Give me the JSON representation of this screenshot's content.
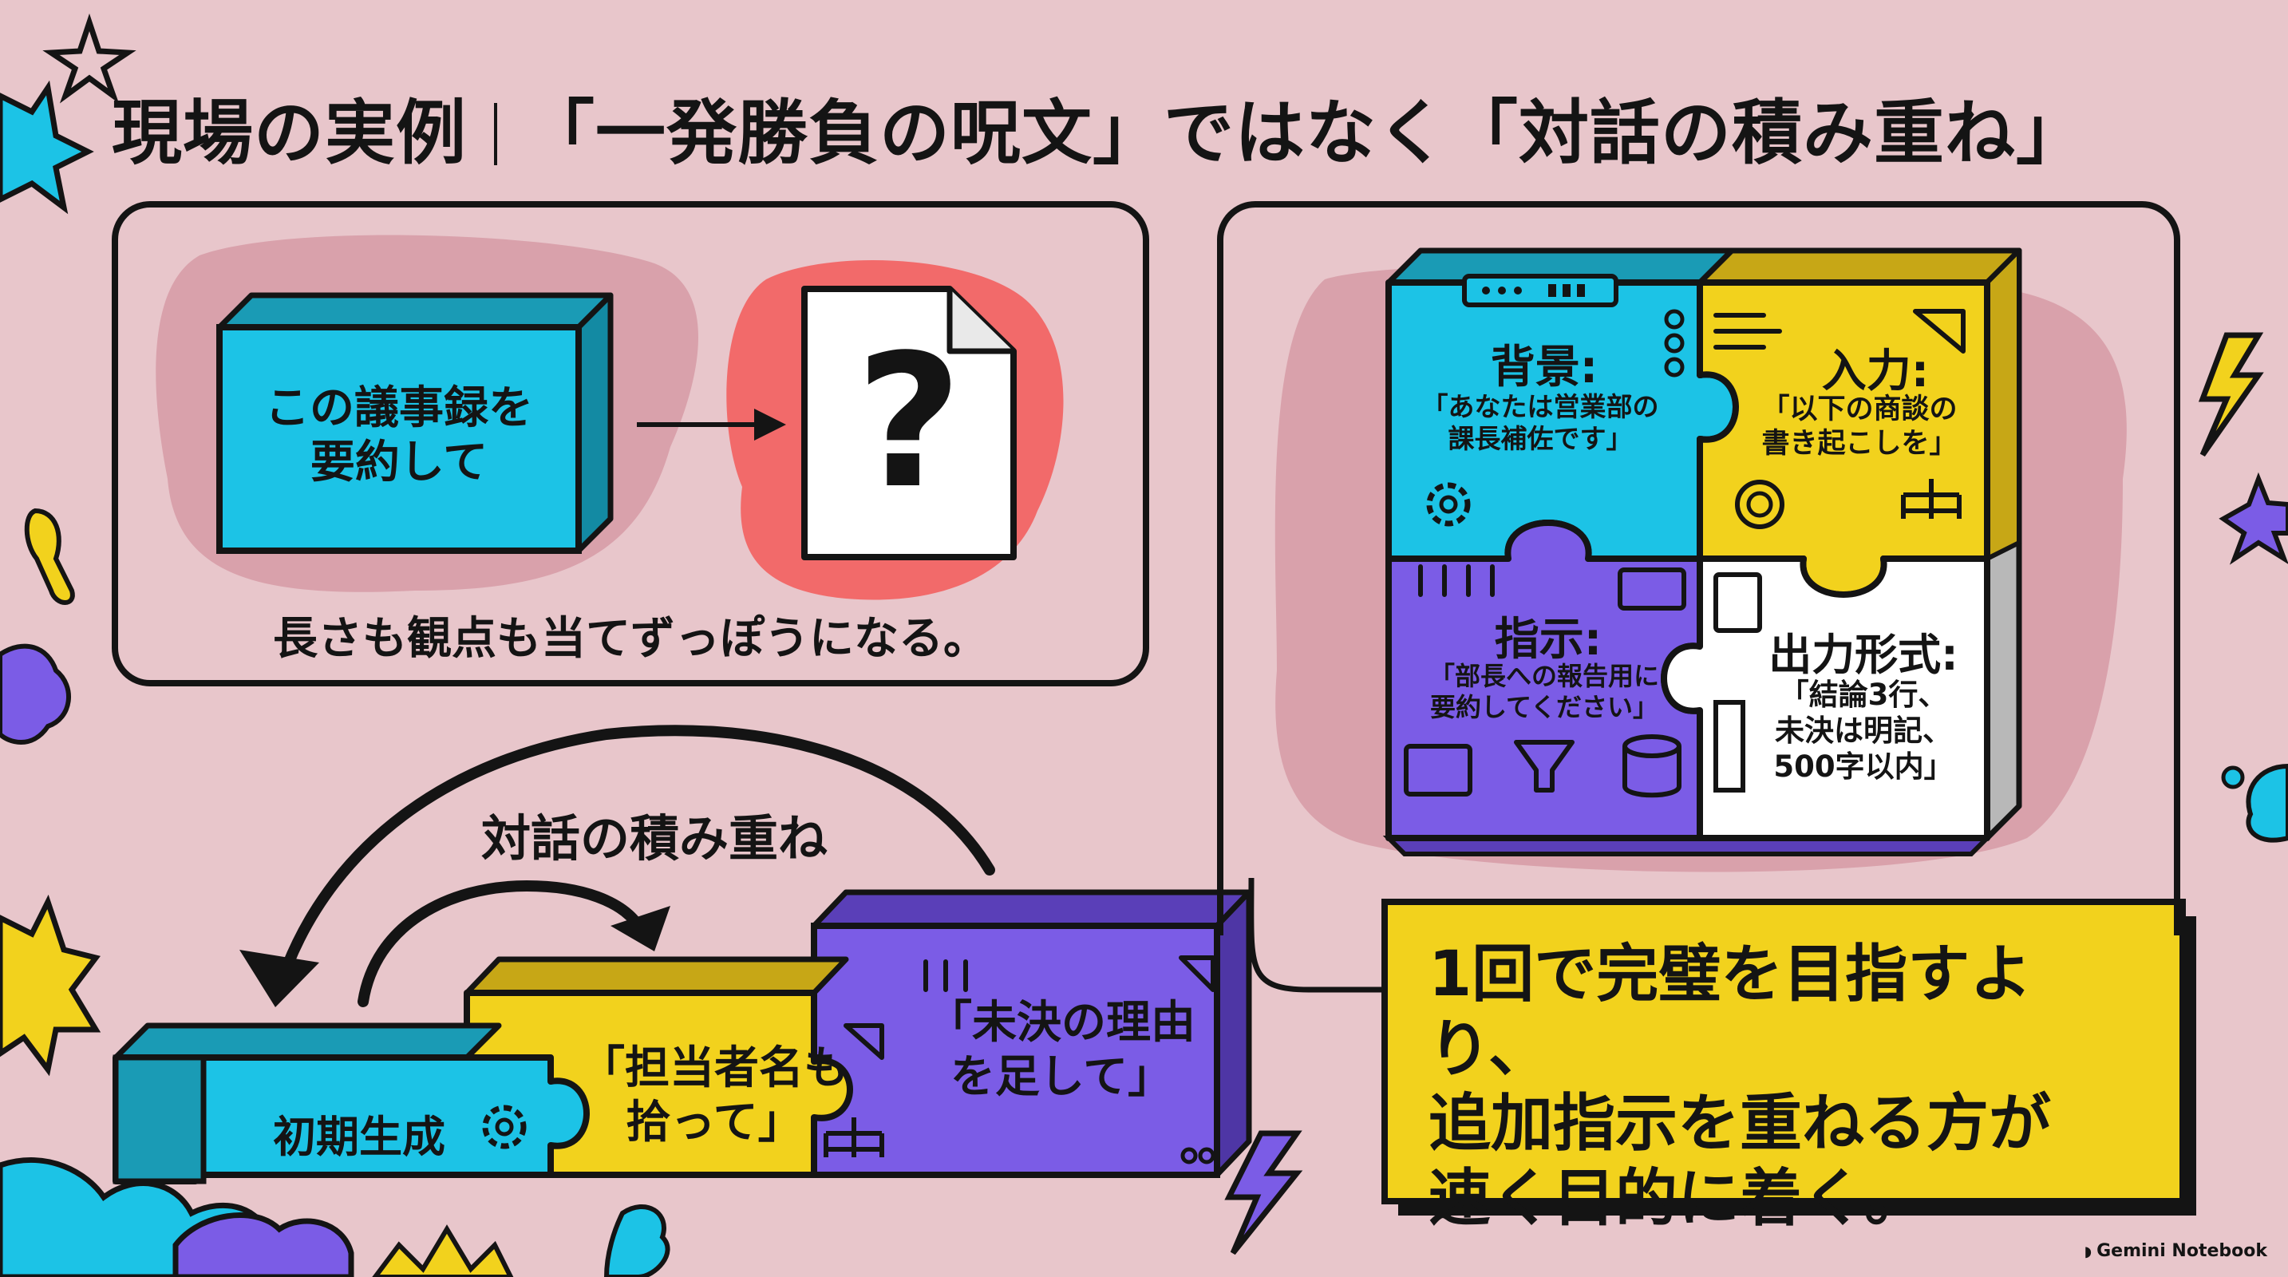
{
  "title": {
    "left": "現場の実例",
    "right": "「一発勝負の呪文」ではなく「対話の積み重ね」"
  },
  "bad_example": {
    "prompt": "この議事録を\n要約して",
    "result_symbol": "?",
    "caption": "長さも観点も当てずっぽうになる。"
  },
  "puzzle": {
    "background": {
      "label": "背景:",
      "text": "「あなたは営業部の\n課長補佐です」",
      "color": "#1cc3e6"
    },
    "input": {
      "label": "入力:",
      "text": "「以下の商談の\n書き起こしを」",
      "color": "#f2d21d"
    },
    "instruction": {
      "label": "指示:",
      "text": "「部長への報告用に\n要約してください」",
      "color": "#7b5ce6"
    },
    "output_format": {
      "label": "出力形式:",
      "text": "「結論3行、\n未決は明記、\n500字以内」",
      "color": "#ffffff"
    }
  },
  "dialogue": {
    "label": "対話の積み重ね",
    "steps": [
      {
        "text": "初期生成",
        "color": "#1cc3e6"
      },
      {
        "text": "「担当者名も\n拾って」",
        "color": "#f2d21d"
      },
      {
        "text": "「未決の理由\nを足して」",
        "color": "#7b5ce6"
      }
    ]
  },
  "conclusion": "1回で完璧を目指すより、\n追加指示を重ねる方が\n速く目的に着く。",
  "watermark": "Gemini Notebook",
  "colors": {
    "background": "#e8c6cb",
    "cyan": "#1cc3e6",
    "yellow": "#f2d21d",
    "purple": "#7b5ce6",
    "red": "#f26a6a",
    "ink": "#141414"
  }
}
